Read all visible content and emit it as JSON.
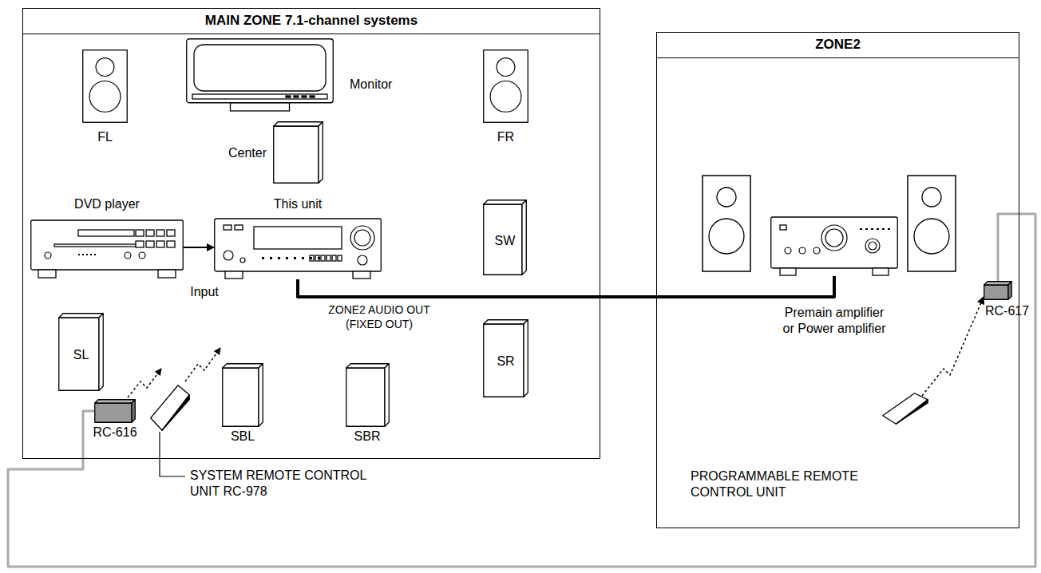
{
  "diagram": {
    "nodes": [
      {
        "text": [
          "MAIN ZONE 7.1-channel systems"
        ]
      },
      {
        "text": [
          "Monitor"
        ],
        "in": 0
      },
      {
        "text": [
          "FL"
        ],
        "in": 0
      },
      {
        "text": [
          "FR"
        ],
        "in": 0
      },
      {
        "text": [
          "Center"
        ],
        "in": 0
      },
      {
        "text": [
          "DVD player"
        ],
        "in": 0
      },
      {
        "text": [
          "This unit"
        ],
        "in": 0
      },
      {
        "text": [
          "SW"
        ],
        "in": 0
      },
      {
        "text": [
          "SL"
        ],
        "in": 0
      },
      {
        "text": [
          "SR"
        ],
        "in": 0
      },
      {
        "text": [
          "SBL"
        ],
        "in": 0
      },
      {
        "text": [
          "SBR"
        ],
        "in": 0
      },
      {
        "text": [
          "RC-616"
        ],
        "in": 0
      },
      {
        "text": [
          "SYSTEM REMOTE CONTROL UNIT RC-978"
        ],
        "in": 0
      },
      {
        "text": [
          "ZONE2"
        ]
      },
      {
        "text": [
          "Premain amplifier or Power amplifier"
        ],
        "in": 14
      },
      {
        "text": [
          "RC-617"
        ],
        "in": 14
      },
      {
        "text": [
          "PROGRAMMABLE REMOTE CONTROL UNIT"
        ],
        "in": 14
      }
    ],
    "edges": [
      {
        "from": 5,
        "to": 6,
        "arrow": "to"
      },
      {
        "from": 6,
        "to": 15,
        "label": "ZONE2 AUDIO OUT (FIXED OUT)",
        "arrow": "none"
      },
      {
        "from": 12,
        "to": 16,
        "arrow": "none"
      },
      {
        "from": 17,
        "to": 16,
        "arrow": "to"
      }
    ],
    "labels": [
      "Input"
    ]
  }
}
